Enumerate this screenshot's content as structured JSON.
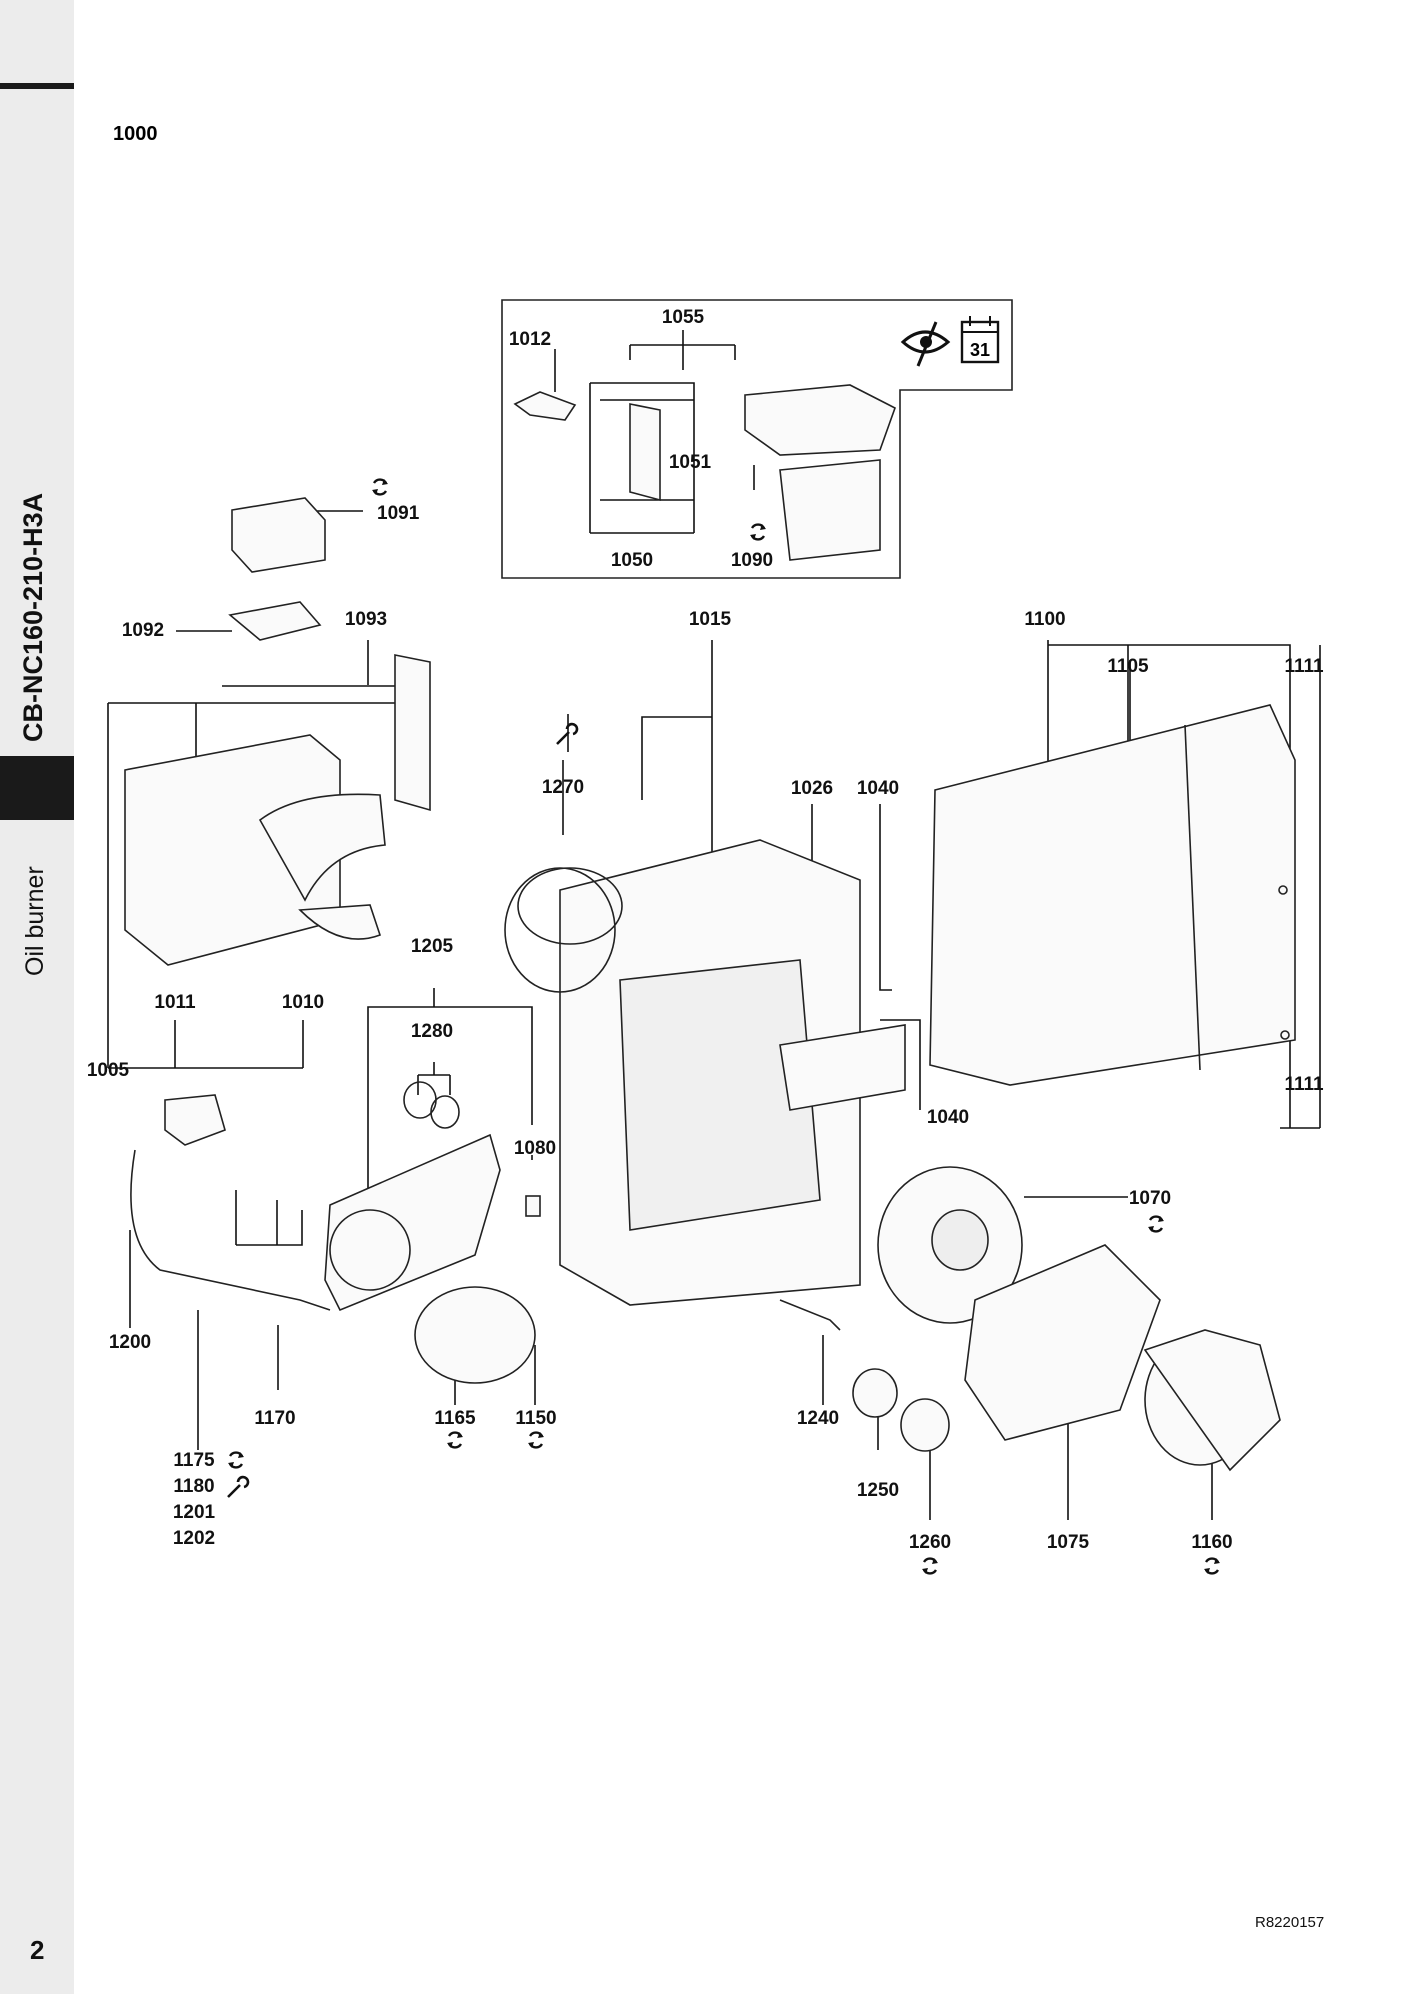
{
  "document": {
    "model": "CB-NC160-210-H3A",
    "section": "Oil burner",
    "page_number": "2",
    "reference": "R8220157",
    "assembly_number": "1000"
  },
  "labels": {
    "l1005": "1005",
    "l1010": "1010",
    "l1011": "1011",
    "l1012": "1012",
    "l1015": "1015",
    "l1026": "1026",
    "l1040a": "1040",
    "l1040b": "1040",
    "l1050": "1050",
    "l1051": "1051",
    "l1055": "1055",
    "l1070": "1070",
    "l1075": "1075",
    "l1080": "1080",
    "l1090": "1090",
    "l1091": "1091",
    "l1092": "1092",
    "l1093": "1093",
    "l1100": "1100",
    "l1105": "1105",
    "l1111a": "1111",
    "l1111b": "1111",
    "l1150": "1150",
    "l1160": "1160",
    "l1165": "1165",
    "l1170": "1170",
    "l1175": "1175",
    "l1180": "1180",
    "l1200": "1200",
    "l1201": "1201",
    "l1202": "1202",
    "l1205": "1205",
    "l1240": "1240",
    "l1250": "1250",
    "l1260": "1260",
    "l1270": "1270",
    "l1280": "1280"
  },
  "maintenance_box": {
    "calendar_day": "31"
  },
  "icons": {
    "wear-part": "rotating-arrows-icon",
    "tool": "wrench-icon",
    "inspection": "eye-inspection-icon",
    "schedule": "calendar-icon"
  }
}
